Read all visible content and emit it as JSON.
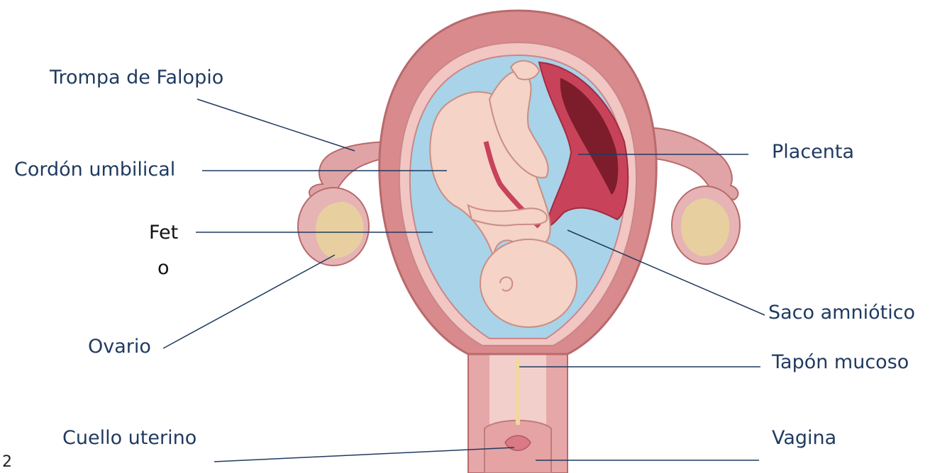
{
  "labels": {
    "trompa": "Trompa de Falopio",
    "cordon": "Cordón umbilical",
    "feto_1": "Fet",
    "feto_2": "o",
    "ovario": "Ovario",
    "cuello": "Cuello uterino",
    "placenta": "Placenta",
    "saco": "Saco amniótico",
    "tapon": "Tapón mucoso",
    "vagina": "Vagina"
  },
  "page_number": "2",
  "colors": {
    "label_text": "#1f3a5f",
    "leader_line": "#1f3a5f",
    "uterus_outer": "#d98a8c",
    "uterus_inner": "#f1c6c3",
    "amniotic_fluid": "#a9d3e8",
    "fetus_skin": "#f5d3c6",
    "placenta": "#c8435a",
    "placenta_dark": "#7d1d2c",
    "ovary": "#e8cfa0"
  }
}
